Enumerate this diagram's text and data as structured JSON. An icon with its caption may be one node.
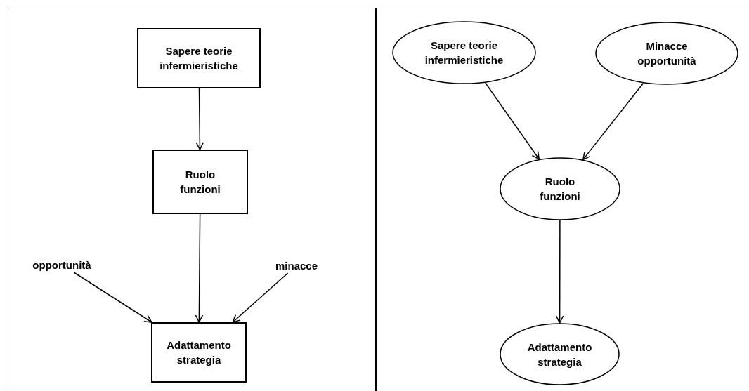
{
  "diagram": {
    "nodes": [
      {
        "text": [
          "Sapere teorie infermieristiche"
        ]
      },
      {
        "text": [
          "Ruolo funzioni"
        ]
      },
      {
        "text": [
          "opportunità"
        ]
      },
      {
        "text": [
          "minacce"
        ]
      },
      {
        "text": [
          "Adattamento strategia"
        ]
      },
      {
        "text": [
          "Sapere teorie infermieristiche"
        ]
      },
      {
        "text": [
          "Minacce opportunità"
        ]
      },
      {
        "text": [
          "Ruolo funzioni"
        ]
      },
      {
        "text": [
          "Adattamento strategia"
        ]
      }
    ],
    "edges": [
      {
        "from": 0,
        "to": 1,
        "arrow": "to"
      },
      {
        "from": 1,
        "to": 4,
        "arrow": "to"
      },
      {
        "from": 2,
        "to": 4,
        "arrow": "to"
      },
      {
        "from": 3,
        "to": 4,
        "arrow": "to"
      },
      {
        "from": 5,
        "to": 7,
        "arrow": "to"
      },
      {
        "from": 6,
        "to": 7,
        "arrow": "to"
      },
      {
        "from": 7,
        "to": 8,
        "arrow": "to"
      }
    ]
  }
}
